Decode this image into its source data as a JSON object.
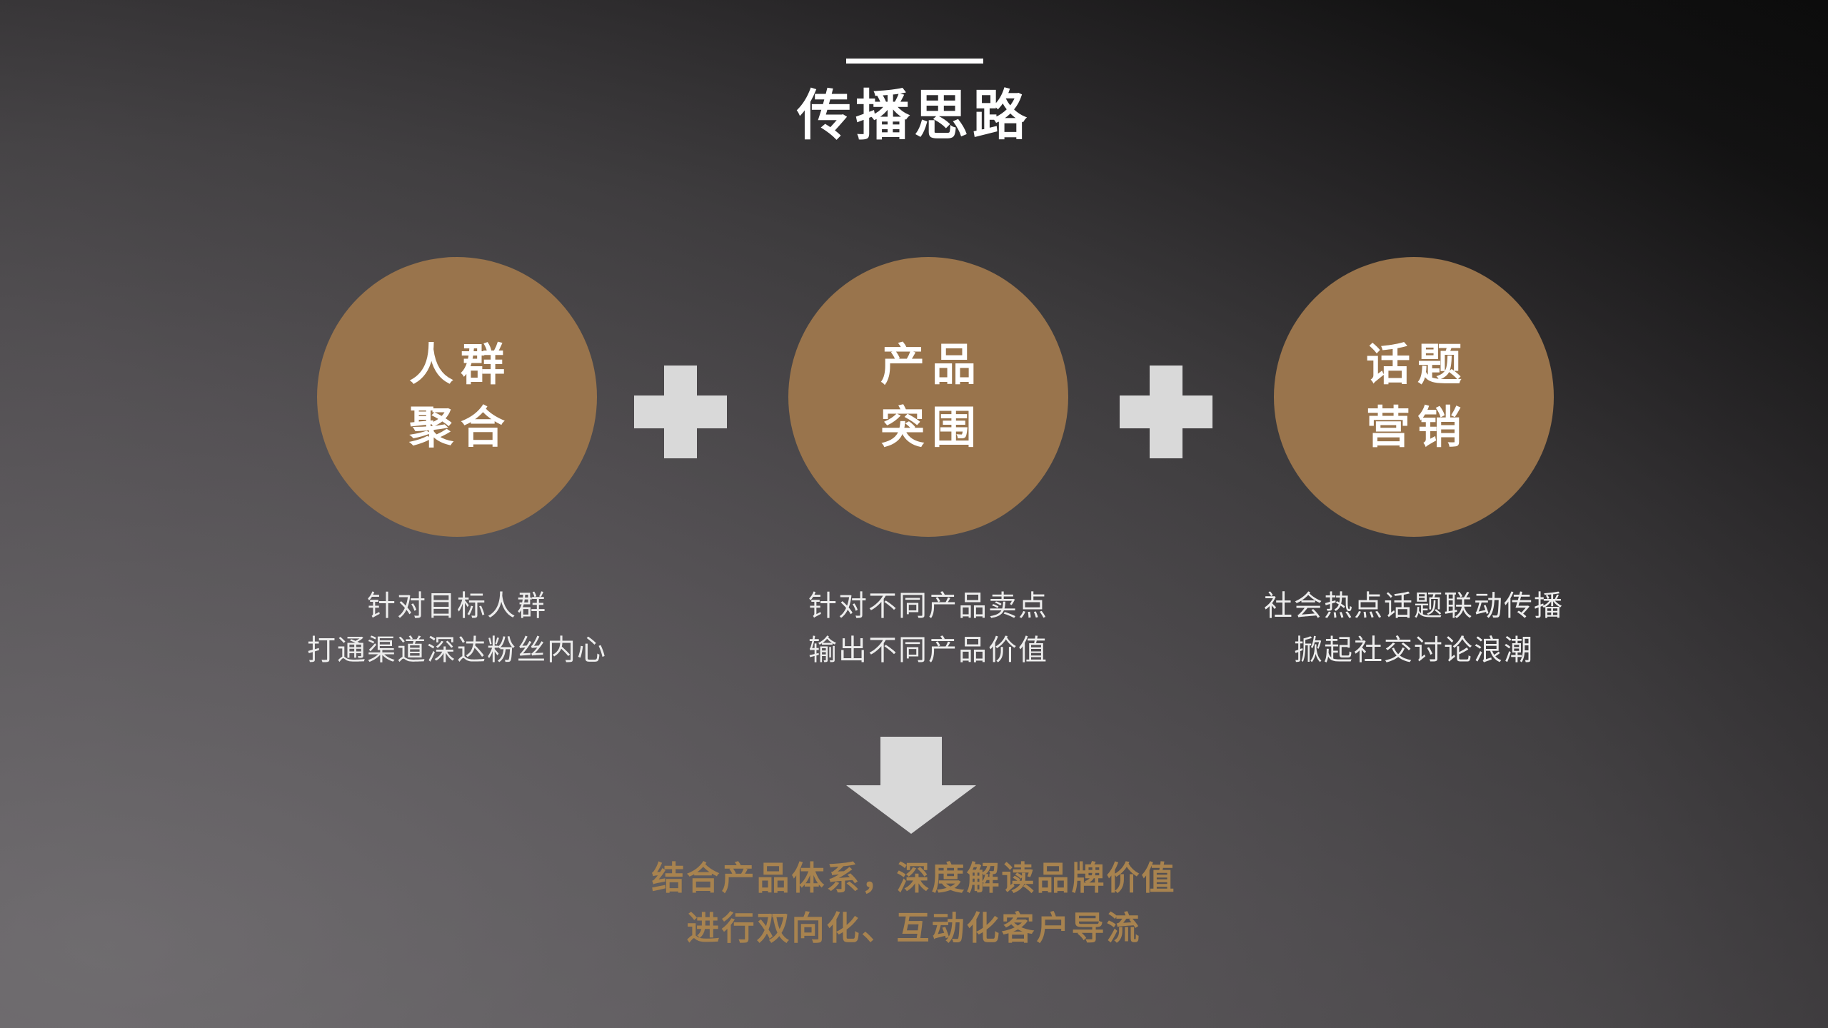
{
  "slide": {
    "title": "传播思路",
    "background_dark": "#050505",
    "background_light": "#444244",
    "accent_color": "#99744C",
    "gold_text_color": "#A8834F",
    "light_gray_color": "#D9D9D9",
    "title_color": "#FFFFFF"
  },
  "header": {
    "rule_color": "#FFFFFF"
  },
  "pillars": [
    {
      "id": "people-aggregation",
      "line1": "人群",
      "line2": "聚合",
      "caption_line1": "针对目标人群",
      "caption_line2": "打通渠道深达粉丝内心"
    },
    {
      "id": "product-breakthrough",
      "line1": "产品",
      "line2": "突围",
      "caption_line1": "针对不同产品卖点",
      "caption_line2": "输出不同产品价值"
    },
    {
      "id": "topic-marketing",
      "line1": "话题",
      "line2": "营销",
      "caption_line1": "社会热点话题联动传播",
      "caption_line2": "掀起社交讨论浪潮"
    }
  ],
  "connectors": {
    "plus_symbol": "plus-sign",
    "arrow_symbol": "down-arrow"
  },
  "conclusion": {
    "line1": "结合产品体系，深度解读品牌价值",
    "line2": "进行双向化、互动化客户导流"
  }
}
